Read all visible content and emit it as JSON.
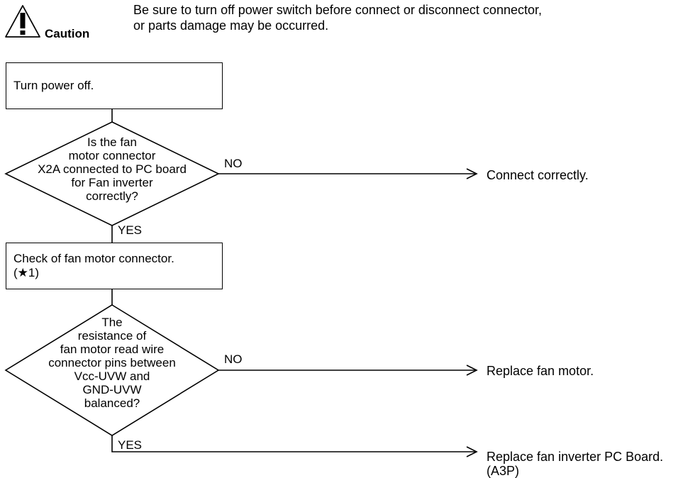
{
  "caution": {
    "icon": "warning-triangle-icon",
    "label": "Caution",
    "text": "Be sure to turn off power switch before connect or disconnect connector,\nor parts damage may be occurred."
  },
  "flowchart": {
    "step1": "Turn power off.",
    "decision1": "Is the fan\nmotor connector\nX2A connected to PC board\nfor Fan inverter\ncorrectly?",
    "decision1_no": "NO",
    "decision1_no_result": "Connect correctly.",
    "decision1_yes": "YES",
    "step2": "Check of fan motor connector.\n(★1)",
    "decision2": "The\nresistance of\nfan motor read wire\nconnector pins between\nVcc-UVW and\nGND-UVW\nbalanced?",
    "decision2_no": "NO",
    "decision2_no_result": "Replace fan motor.",
    "decision2_yes": "YES",
    "decision2_yes_result": "Replace fan inverter PC Board.\n(A3P)"
  }
}
